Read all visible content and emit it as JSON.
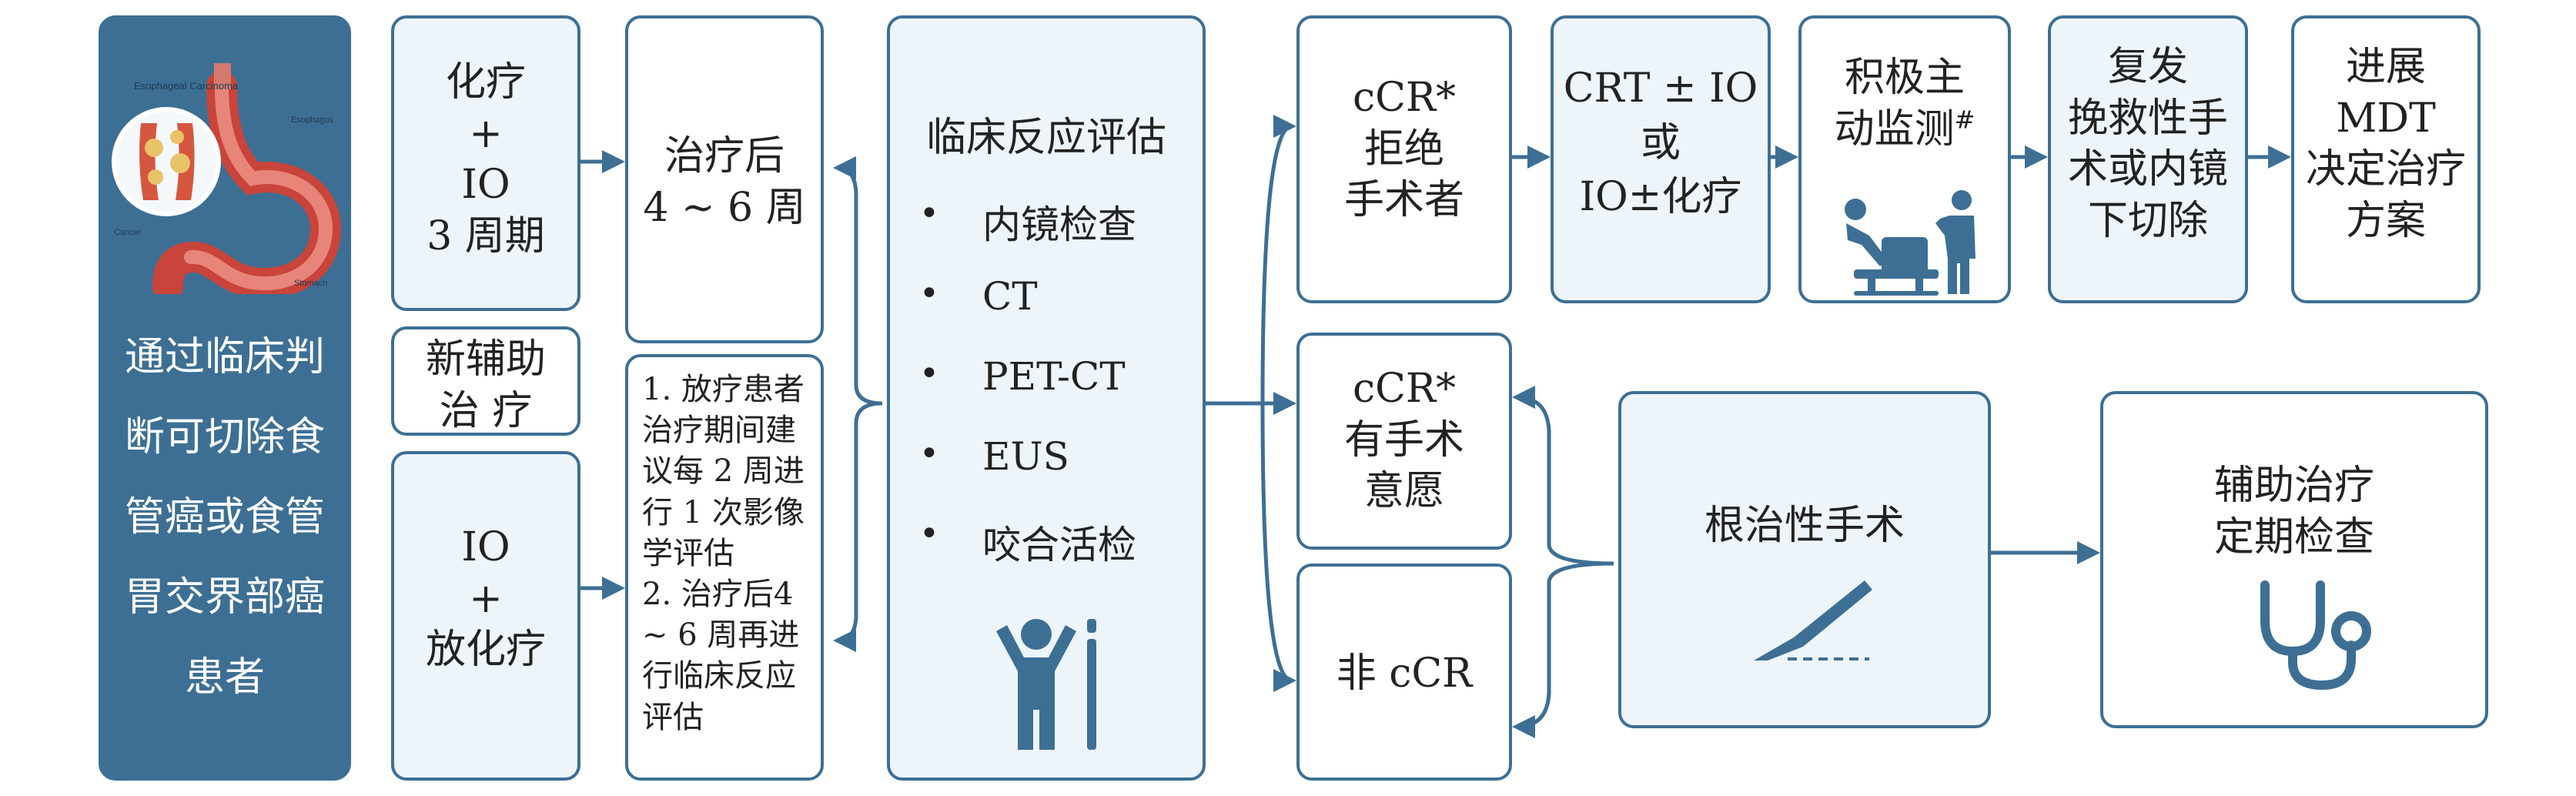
{
  "patient": {
    "lines": [
      "通过临床判",
      "断可切除食",
      "管癌或食管",
      "胃交界部癌",
      "患者"
    ]
  },
  "illustration": {
    "title": "Esophageal Carcinoma",
    "labels": [
      "Esophagus",
      "Cancer",
      "Stomach"
    ]
  },
  "neoadjuvant": {
    "chemo": [
      "化疗",
      "+",
      "IO",
      "3 周期"
    ],
    "label": [
      "新辅助",
      "治 疗"
    ],
    "chemoradio": [
      "IO",
      "+",
      "放化疗"
    ]
  },
  "timing": {
    "after": [
      "治疗后",
      "4 ~ 6 周"
    ],
    "notes": [
      "1. 放疗患者",
      "治疗期间建",
      "议每 2 周进",
      "行 1 次影像",
      "学评估",
      "2. 治疗后4",
      " ~ 6 周再进",
      "行临床反应",
      "评估"
    ]
  },
  "assessment": {
    "title": "临床反应评估",
    "items": [
      "内镜检查",
      "CT",
      "PET-CT",
      "EUS",
      "咬合活检"
    ],
    "bullet": "•"
  },
  "ccr_refuse": [
    "cCR*",
    "拒绝",
    "手术者"
  ],
  "crt": [
    "CRT ± IO",
    "或",
    "IO±化疗"
  ],
  "surveillance": {
    "line1": "积极主",
    "line2": "动监测",
    "mark": "#"
  },
  "salvage": [
    "复发",
    "挽救性手",
    "术或内镜",
    "下切除"
  ],
  "progress": [
    "进展",
    "MDT",
    "决定治疗",
    "方案"
  ],
  "ccr_willing": [
    "cCR*",
    "有手术",
    "意愿"
  ],
  "non_ccr": "非 cCR",
  "radical": "根治性手术",
  "adjuvant": [
    "辅助治疗",
    "定期检查"
  ],
  "colors": {
    "primary": "#3d6f94",
    "light": "#edf4fa"
  }
}
